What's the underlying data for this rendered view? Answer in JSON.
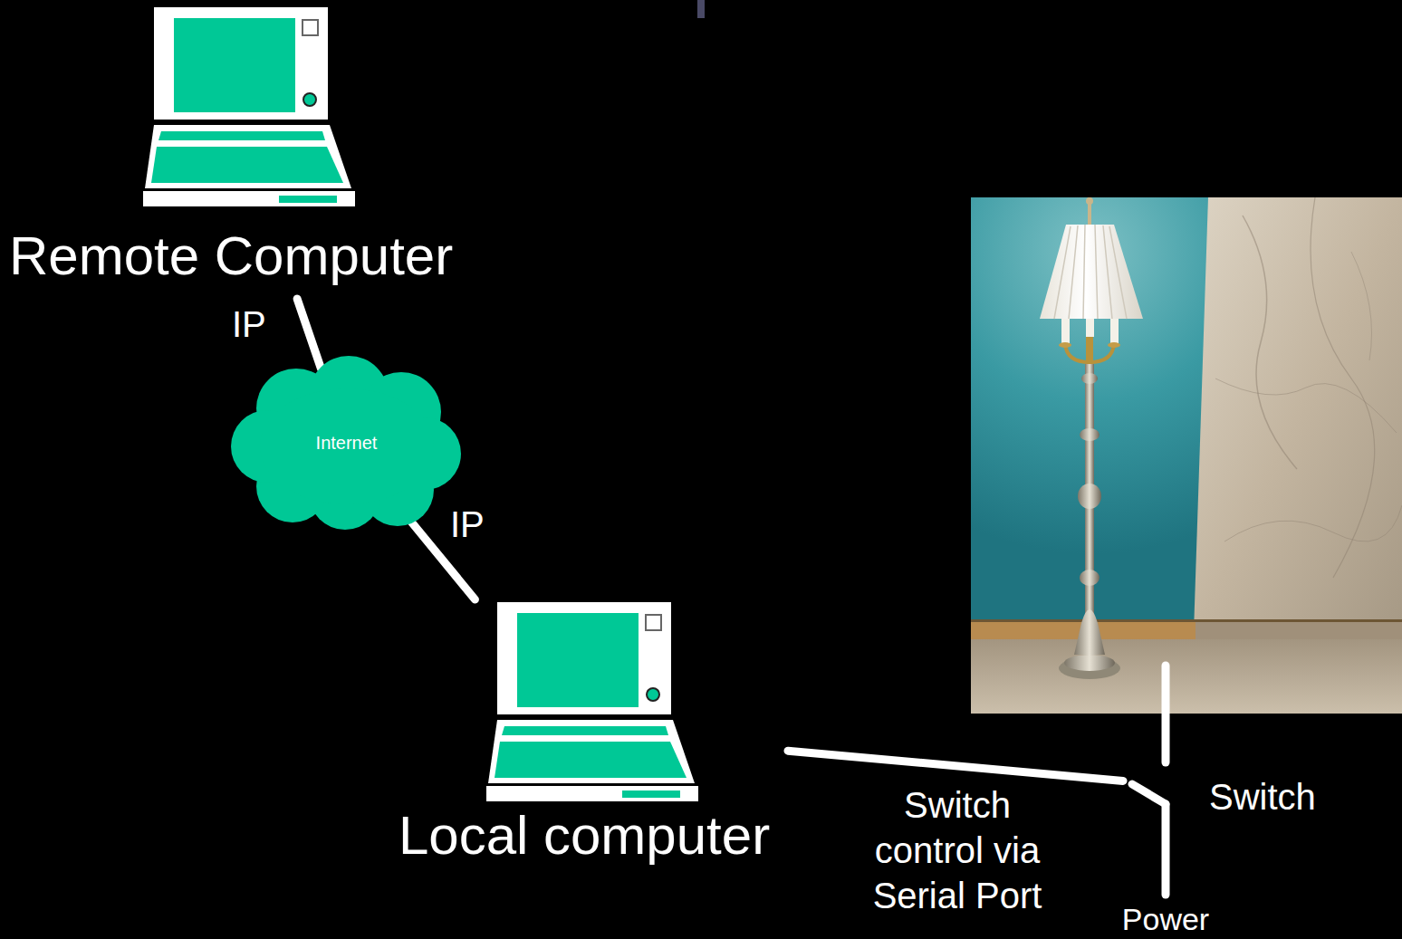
{
  "diagram": {
    "nodes": [
      {
        "text": [
          "Remote Computer"
        ]
      },
      {
        "text": [
          "Internet"
        ]
      },
      {
        "text": [
          "Local computer"
        ]
      },
      {
        "text": [
          "Switch"
        ]
      }
    ],
    "edges": [
      {
        "from": 0,
        "to": 1,
        "arrow": "none",
        "label": "IP"
      },
      {
        "from": 1,
        "to": 2,
        "arrow": "none",
        "label": "IP"
      },
      {
        "from": 2,
        "to": 3,
        "arrow": "none",
        "label": "Switch control via Serial Port"
      }
    ],
    "labels": [
      "Power"
    ]
  }
}
